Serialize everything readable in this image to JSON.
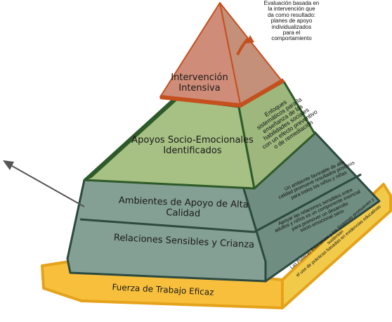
{
  "diagram": {
    "levels": [
      {
        "id": "tier-intensive",
        "label": "Intervención\nIntensiva"
      },
      {
        "id": "tier-socioemo",
        "label": "Apoyos Socio-Emocionales\nIdentificados"
      },
      {
        "id": "tier-high-quality",
        "label": "Ambientes de Apoyo de Alta Calidad"
      },
      {
        "id": "tier-nurturing",
        "label": "Relaciones Sensibles y Crianza"
      },
      {
        "id": "tier-workforce",
        "label": "Fuerza de Trabajo Eficaz"
      }
    ],
    "notes": {
      "top": "Evaluación basada en\nla intervención que\nda como resultado:\nplanes de apoyo\nindividualizados\npara el\ncomportamiento",
      "socioemo": "Enfoques\nsistemáticos para la\nenseñanza de las\nhabilidades sociales\ncon un efecto preventivo\no de remediación",
      "high_quality": "Un ambiente favorable de alta\ncalidad promueve resultados positivos\npara todos los niños y niñas",
      "nurturing": "Apoyar las relaciones sensibles entre\nadultos y niños es un componente esencial\npara promover un desarrollo\nsocio-emocional sano",
      "workforce": "Las Políticas Educativas y los Sistemas promueven y sustentan\nel uso de  prácticas basadas en evidencias educativas"
    },
    "colors": {
      "top": "#cf8c78",
      "top_side": "#c49079",
      "band_border": "#c4501e",
      "green": "#a7c084",
      "green_side": "#9db77c",
      "green_border": "#2e5a2a",
      "slate": "#849f93",
      "slate_side": "#6f8d80",
      "slate_border": "#2d4a40",
      "yellow": "#f7bf3c",
      "yellow_side": "#f2ca4a",
      "yellow_border": "#e5a21b",
      "arrow": "#555555"
    }
  }
}
